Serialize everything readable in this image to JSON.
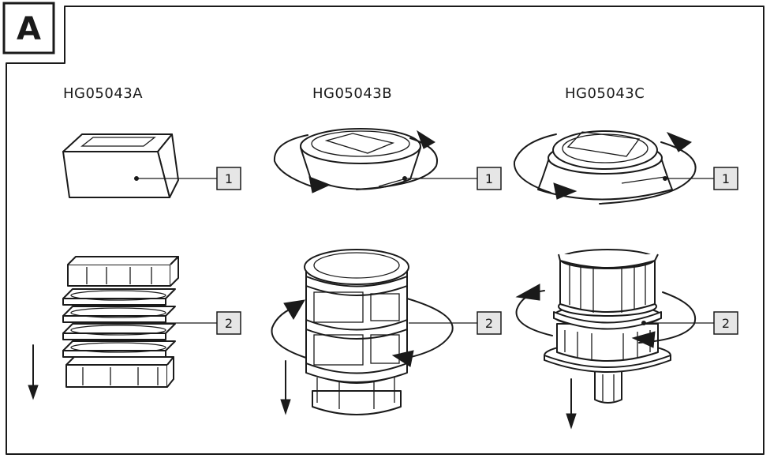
{
  "panel": {
    "letter": "A"
  },
  "models": [
    {
      "name": "HG05043A",
      "callout_top": "1",
      "callout_bottom": "2"
    },
    {
      "name": "HG05043B",
      "callout_top": "1",
      "callout_bottom": "2"
    },
    {
      "name": "HG05043C",
      "callout_top": "1",
      "callout_bottom": "2"
    }
  ],
  "colors": {
    "line": "#1a1a1a",
    "callout_box": "#e6e6e6",
    "background": "#ffffff"
  },
  "icons": [
    "rotation-arrow-icon",
    "down-arrow-icon"
  ]
}
